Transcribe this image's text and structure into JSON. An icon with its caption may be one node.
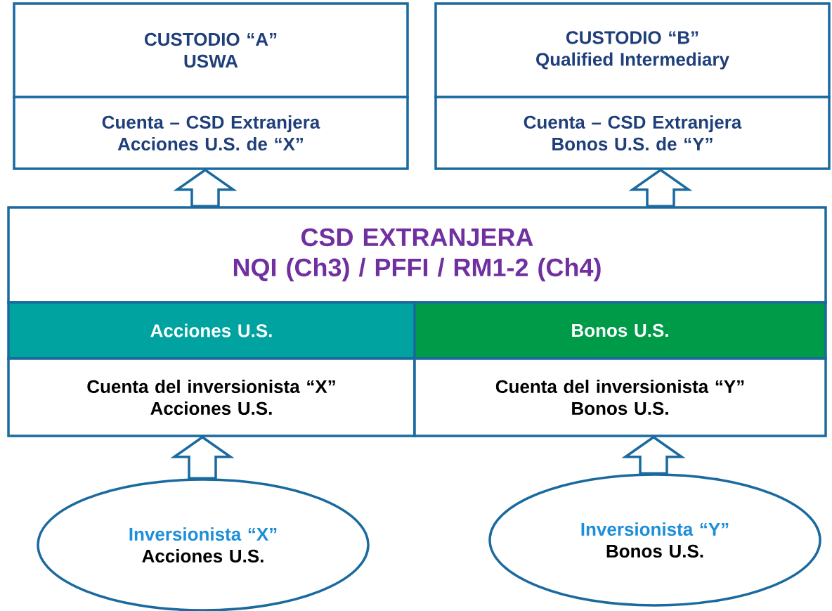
{
  "diagram": {
    "nodes": [
      {
        "text": [
          "CUSTODIO “A”",
          "USWA"
        ]
      },
      {
        "text": [
          "Cuenta – CSD Extranjera",
          "Acciones U.S. de “X”"
        ]
      },
      {
        "text": [
          "CUSTODIO “B”",
          "Qualified Intermediary"
        ]
      },
      {
        "text": [
          "Cuenta – CSD Extranjera",
          "Bonos U.S. de “Y”"
        ]
      },
      {
        "text": [
          "CSD EXTRANJERA",
          "NQI (Ch3) / PFFI / RM1-2 (Ch4)"
        ]
      },
      {
        "text": [
          "Acciones U.S."
        ]
      },
      {
        "text": [
          "Bonos U.S."
        ]
      },
      {
        "text": [
          "Cuenta del inversionista “X”",
          "Acciones U.S."
        ]
      },
      {
        "text": [
          "Cuenta del inversionista “Y”",
          "Bonos U.S."
        ]
      },
      {
        "text": [
          "Inversionista “X”",
          "Acciones U.S."
        ]
      },
      {
        "text": [
          "Inversionista “Y”",
          "Bonos U.S."
        ]
      }
    ],
    "edges": [
      {
        "from": 4,
        "to": 1,
        "arrow": "to"
      },
      {
        "from": 4,
        "to": 3,
        "arrow": "to"
      },
      {
        "from": 9,
        "to": 7,
        "arrow": "to"
      },
      {
        "from": 10,
        "to": 8,
        "arrow": "to"
      }
    ]
  }
}
